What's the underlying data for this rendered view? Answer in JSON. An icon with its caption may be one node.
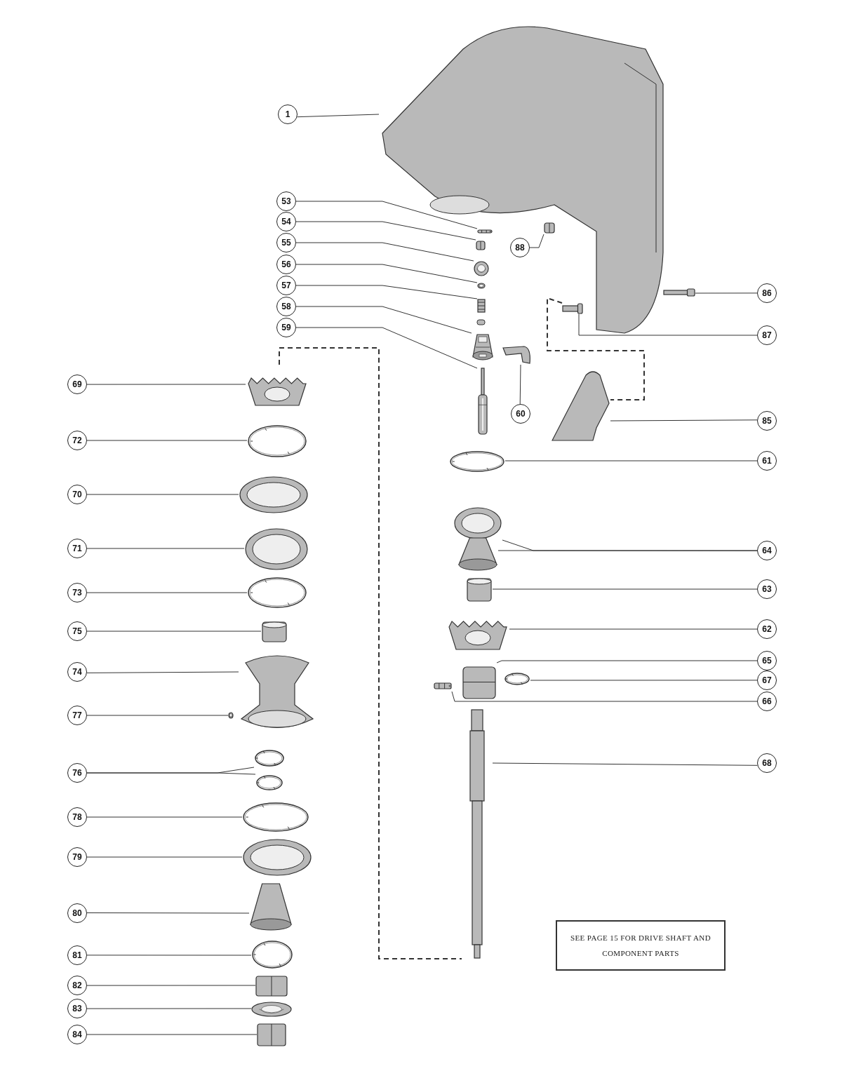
{
  "diagram": {
    "nodes": [
      {
        "text": [
          "1"
        ]
      },
      {
        "text": [
          "53"
        ]
      },
      {
        "text": [
          "54"
        ]
      },
      {
        "text": [
          "55"
        ]
      },
      {
        "text": [
          "56"
        ]
      },
      {
        "text": [
          "57"
        ]
      },
      {
        "text": [
          "88"
        ]
      },
      {
        "text": [
          "58"
        ]
      },
      {
        "text": [
          "59"
        ]
      },
      {
        "text": [
          "86"
        ]
      },
      {
        "text": [
          "87"
        ]
      },
      {
        "text": [
          "69"
        ]
      },
      {
        "text": [
          "60"
        ]
      },
      {
        "text": [
          "85"
        ]
      },
      {
        "text": [
          "72"
        ]
      },
      {
        "text": [
          "61"
        ]
      },
      {
        "text": [
          "70"
        ]
      },
      {
        "text": [
          "71"
        ]
      },
      {
        "text": [
          "64"
        ]
      },
      {
        "text": [
          "73"
        ]
      },
      {
        "text": [
          "63"
        ]
      },
      {
        "text": [
          "75"
        ]
      },
      {
        "text": [
          "62"
        ]
      },
      {
        "text": [
          "74"
        ]
      },
      {
        "text": [
          "65"
        ]
      },
      {
        "text": [
          "67"
        ]
      },
      {
        "text": [
          "66"
        ]
      },
      {
        "text": [
          "77"
        ]
      },
      {
        "text": [
          "68"
        ]
      },
      {
        "text": [
          "76"
        ]
      },
      {
        "text": [
          "78"
        ]
      },
      {
        "text": [
          "79"
        ]
      },
      {
        "text": [
          "80"
        ]
      },
      {
        "text": [
          "81"
        ]
      },
      {
        "text": [
          "82"
        ]
      },
      {
        "text": [
          "83"
        ]
      },
      {
        "text": [
          "84"
        ]
      },
      {
        "text": [
          "SEE PAGE 15 FOR DRIVE SHAFT AND COMPONENT PARTS"
        ]
      },
      {
        "text": [],
        "shape": "picture"
      },
      {
        "text": [],
        "shape": "picture"
      },
      {
        "text": [],
        "shape": "picture"
      },
      {
        "text": [],
        "shape": "picture"
      },
      {
        "text": [],
        "shape": "picture"
      },
      {
        "text": [],
        "shape": "picture"
      },
      {
        "text": [],
        "shape": "picture"
      },
      {
        "text": [],
        "shape": "picture"
      },
      {
        "text": [],
        "shape": "picture"
      },
      {
        "text": [],
        "shape": "picture"
      },
      {
        "text": [],
        "shape": "picture"
      },
      {
        "text": [],
        "shape": "picture"
      },
      {
        "text": [],
        "shape": "picture"
      },
      {
        "text": [],
        "shape": "picture"
      },
      {
        "text": [],
        "shape": "picture"
      },
      {
        "text": [],
        "shape": "picture"
      },
      {
        "text": [],
        "shape": "picture"
      },
      {
        "text": [],
        "shape": "picture"
      },
      {
        "text": [],
        "shape": "picture"
      },
      {
        "text": [],
        "shape": "picture"
      },
      {
        "text": [],
        "shape": "picture"
      },
      {
        "text": [],
        "shape": "picture"
      },
      {
        "text": [],
        "shape": "picture"
      },
      {
        "text": [],
        "shape": "picture"
      },
      {
        "text": [],
        "shape": "picture"
      },
      {
        "text": [],
        "shape": "picture"
      },
      {
        "text": [],
        "shape": "picture"
      },
      {
        "text": [],
        "shape": "picture"
      },
      {
        "text": [],
        "shape": "picture"
      },
      {
        "text": [],
        "shape": "picture"
      },
      {
        "text": [],
        "shape": "picture"
      },
      {
        "text": [],
        "shape": "picture"
      },
      {
        "text": [],
        "shape": "picture"
      },
      {
        "text": [],
        "shape": "picture"
      },
      {
        "text": [],
        "shape": "picture"
      },
      {
        "text": [],
        "shape": "picture"
      },
      {
        "text": [],
        "shape": "picture"
      },
      {
        "text": [],
        "shape": "picture"
      },
      {
        "text": [],
        "shape": "picture"
      }
    ],
    "edges": [
      {
        "from": 0,
        "to": 38,
        "arrow": "none"
      },
      {
        "from": 1,
        "to": 39,
        "arrow": "none"
      },
      {
        "from": 2,
        "to": 40,
        "arrow": "none"
      },
      {
        "from": 3,
        "to": 41,
        "arrow": "none"
      },
      {
        "from": 4,
        "to": 42,
        "arrow": "none"
      },
      {
        "from": 5,
        "to": 43,
        "arrow": "none"
      },
      {
        "from": 6,
        "to": 44,
        "arrow": "none"
      },
      {
        "from": 7,
        "to": 45,
        "arrow": "none"
      },
      {
        "from": 8,
        "to": 46,
        "arrow": "none"
      },
      {
        "from": 9,
        "to": 48,
        "arrow": "none"
      },
      {
        "from": 10,
        "to": 49,
        "arrow": "none"
      },
      {
        "from": 11,
        "to": 50,
        "arrow": "none"
      },
      {
        "from": 12,
        "to": 47,
        "arrow": "none"
      },
      {
        "from": 13,
        "to": 51,
        "arrow": "none"
      },
      {
        "from": 14,
        "to": 52,
        "arrow": "none"
      },
      {
        "from": 15,
        "to": 53,
        "arrow": "none"
      },
      {
        "from": 16,
        "to": 54,
        "arrow": "none"
      },
      {
        "from": 17,
        "to": 55,
        "arrow": "none"
      },
      {
        "from": 18,
        "to": 56,
        "arrow": "none"
      },
      {
        "from": 18,
        "to": 57,
        "arrow": "none"
      },
      {
        "from": 19,
        "to": 58,
        "arrow": "none"
      },
      {
        "from": 20,
        "to": 59,
        "arrow": "none"
      },
      {
        "from": 21,
        "to": 60,
        "arrow": "none"
      },
      {
        "from": 22,
        "to": 61,
        "arrow": "none"
      },
      {
        "from": 23,
        "to": 62,
        "arrow": "none"
      },
      {
        "from": 24,
        "to": 63,
        "arrow": "none"
      },
      {
        "from": 25,
        "to": 64,
        "arrow": "none"
      },
      {
        "from": 26,
        "to": 65,
        "arrow": "none"
      },
      {
        "from": 27,
        "to": 66,
        "arrow": "none"
      },
      {
        "from": 28,
        "to": 67,
        "arrow": "none"
      },
      {
        "from": 29,
        "to": 68,
        "arrow": "none"
      },
      {
        "from": 29,
        "to": 69,
        "arrow": "none"
      },
      {
        "from": 30,
        "to": 70,
        "arrow": "none"
      },
      {
        "from": 31,
        "to": 71,
        "arrow": "none"
      },
      {
        "from": 32,
        "to": 72,
        "arrow": "none"
      },
      {
        "from": 33,
        "to": 73,
        "arrow": "none"
      },
      {
        "from": 34,
        "to": 74,
        "arrow": "none"
      },
      {
        "from": 35,
        "to": 75,
        "arrow": "none"
      },
      {
        "from": 36,
        "to": 76,
        "arrow": "none"
      },
      {
        "from": 50,
        "to": 67,
        "arrow": "none",
        "style": "dashed"
      },
      {
        "from": 49,
        "to": 51,
        "arrow": "none",
        "style": "dashed"
      }
    ]
  }
}
